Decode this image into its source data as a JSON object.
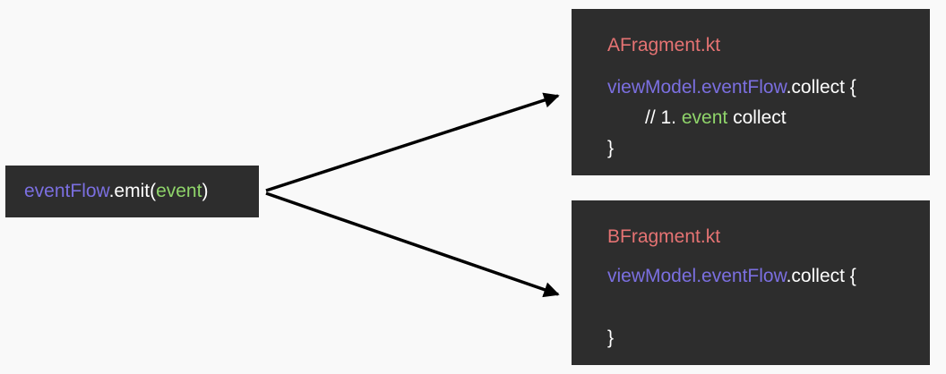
{
  "colors": {
    "background": "#f9f9f9",
    "box": "#2d2d2d",
    "file_name": "#e57373",
    "reference": "#7b6fe0",
    "argument": "#8fd46a",
    "text": "#ffffff",
    "arrow": "#000000"
  },
  "emitter": {
    "flow": "eventFlow",
    "method": ".emit(",
    "arg": "event",
    "close": ")"
  },
  "fragment_a": {
    "file": "AFragment.kt",
    "receiver": "viewModel.eventFlow",
    "call": ".collect {",
    "comment_prefix": "// 1. ",
    "comment_highlight": "event",
    "comment_suffix": " collect",
    "close": "}"
  },
  "fragment_b": {
    "file": "BFragment.kt",
    "receiver": "viewModel.eventFlow",
    "call": ".collect {",
    "close": "}"
  }
}
